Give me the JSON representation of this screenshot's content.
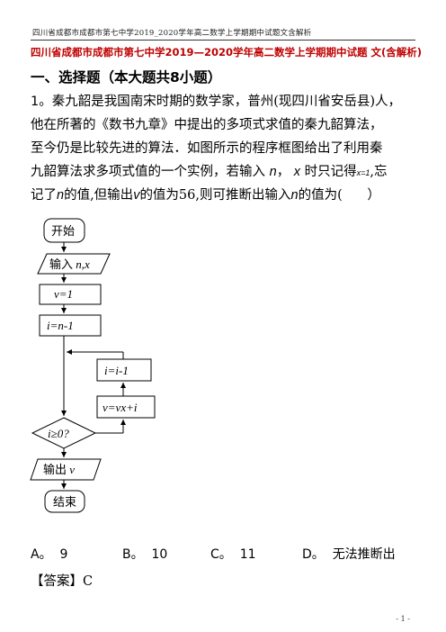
{
  "header": {
    "running_title": "四川省成都市成都市第七中学2019_2020学年高二数学上学期期中试题文含解析"
  },
  "doc_title": "四川省成都市成都市第七中学2019—2020学年高二数学上学期期中试题 文(含解析)",
  "section_heading": "一、选择题（本大题共8小题）",
  "question": {
    "number": "1",
    "sep": "。",
    "lines": [
      "秦九韶是我国南宋时期的数学家，普州(现四川省安岳县)人，",
      "他在所著的《数书九章》中提出的多项式求值的秦九韶算法，",
      "至今仍是比较先进的算法．如图所示的程序框图给出了利用秦",
      "九韶算法求多项式值的一个实例，若输入",
      "时只记得",
      ",忘",
      "记了",
      "的值,但输出",
      "的值为56,则可推断出输入",
      "的值为(",
      "）"
    ],
    "var_n": "n",
    "var_x": "x",
    "var_v": "v",
    "comma": "，",
    "x_value": "x=1"
  },
  "flowchart": {
    "start": "开始",
    "input_label": "输入",
    "input_vars": "n,x",
    "v_init": "v=1",
    "i_init": "i=n-1",
    "i_dec": "i=i-1",
    "v_update": "v=vx+i",
    "condition": "i≥0?",
    "output_label": "输出",
    "output_var": "v",
    "end": "结束"
  },
  "options": [
    {
      "letter": "A",
      "sep": "。",
      "text": "9"
    },
    {
      "letter": "B",
      "sep": "。",
      "text": "10"
    },
    {
      "letter": "C",
      "sep": "。",
      "text": "11"
    },
    {
      "letter": "D",
      "sep": "。",
      "text": "无法推断出"
    }
  ],
  "answer": {
    "label": "【答案】",
    "value": "C"
  },
  "page_number": "- 1 -"
}
